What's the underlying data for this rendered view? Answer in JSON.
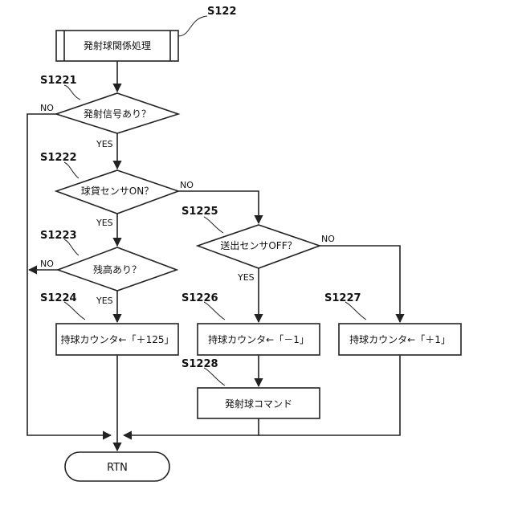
{
  "step_ids": {
    "s122": "S122",
    "s1221": "S1221",
    "s1222": "S1222",
    "s1223": "S1223",
    "s1224": "S1224",
    "s1225": "S1225",
    "s1226": "S1226",
    "s1227": "S1227",
    "s1228": "S1228"
  },
  "boxes": {
    "subroutine": "発射球関係処理",
    "counter_plus125": "持球カウンタ←「＋125」",
    "counter_minus1": "持球カウンタ←「－1」",
    "counter_plus1": "持球カウンタ←「＋1」",
    "fire_command": "発射球コマンド",
    "terminal": "RTN"
  },
  "decisions": {
    "fire_signal": "発射信号あり？",
    "lend_sensor": "球貸センサON？",
    "balance": "残高あり？",
    "send_sensor": "送出センサOFF？"
  },
  "branch_labels": {
    "d1_no": "NO",
    "d1_yes": "YES",
    "d2_no": "NO",
    "d2_yes": "YES",
    "d3_no": "NO",
    "d3_yes": "YES",
    "d4_no": "NO",
    "d4_yes": "YES"
  }
}
